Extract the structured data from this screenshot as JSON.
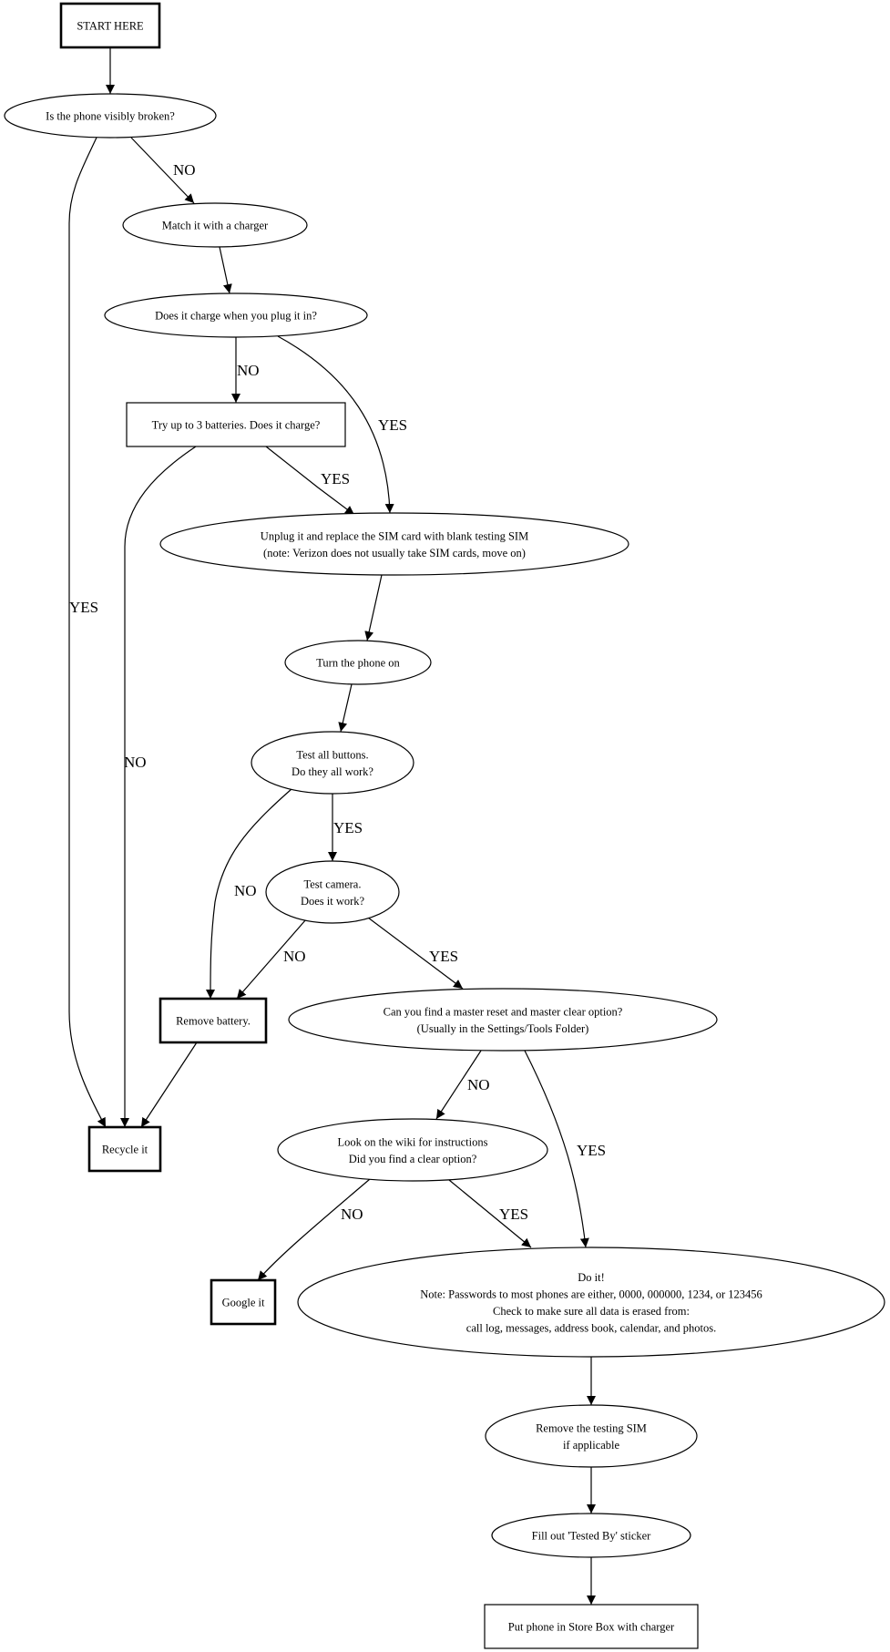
{
  "diagram": {
    "nodes": [
      {
        "id": "start",
        "shape": "box-bold",
        "lines": [
          "START HERE"
        ]
      },
      {
        "id": "broken",
        "shape": "ellipse",
        "lines": [
          "Is the phone visibly broken?"
        ]
      },
      {
        "id": "match",
        "shape": "ellipse",
        "lines": [
          "Match it with a charger"
        ]
      },
      {
        "id": "charge",
        "shape": "ellipse",
        "lines": [
          "Does it charge when you plug it in?"
        ]
      },
      {
        "id": "batteries",
        "shape": "box",
        "lines": [
          "Try up to 3 batteries. Does it charge?"
        ]
      },
      {
        "id": "sim",
        "shape": "ellipse",
        "lines": [
          "Unplug it and replace the SIM card with blank testing SIM",
          "(note: Verizon does not usually take SIM cards, move on)"
        ]
      },
      {
        "id": "turnon",
        "shape": "ellipse",
        "lines": [
          "Turn the phone on"
        ]
      },
      {
        "id": "buttons",
        "shape": "ellipse",
        "lines": [
          "Test all buttons.",
          "Do they all work?"
        ]
      },
      {
        "id": "camera",
        "shape": "ellipse",
        "lines": [
          "Test camera.",
          "Does it work?"
        ]
      },
      {
        "id": "removebattery",
        "shape": "box-bold",
        "lines": [
          "Remove battery."
        ]
      },
      {
        "id": "master",
        "shape": "ellipse",
        "lines": [
          "Can you find a master reset and master clear option?",
          "(Usually in the Settings/Tools Folder)"
        ]
      },
      {
        "id": "recycle",
        "shape": "box-bold",
        "lines": [
          "Recycle it"
        ]
      },
      {
        "id": "wiki",
        "shape": "ellipse",
        "lines": [
          "Look on the wiki for instructions",
          "Did you find a clear option?"
        ]
      },
      {
        "id": "google",
        "shape": "box-bold",
        "lines": [
          "Google it"
        ]
      },
      {
        "id": "doit",
        "shape": "ellipse",
        "lines": [
          "Do it!",
          "Note: Passwords to most phones are either, 0000, 000000, 1234, or 123456",
          "Check to make sure all data is erased from:",
          "call log, messages, address book, calendar, and photos."
        ]
      },
      {
        "id": "removesim",
        "shape": "ellipse",
        "lines": [
          "Remove the testing SIM",
          "if applicable"
        ]
      },
      {
        "id": "sticker",
        "shape": "ellipse",
        "lines": [
          "Fill out 'Tested By' sticker"
        ]
      },
      {
        "id": "storebox",
        "shape": "box",
        "lines": [
          "Put phone in Store Box with charger"
        ]
      }
    ],
    "edges": [
      {
        "from": "start",
        "to": "broken",
        "label": ""
      },
      {
        "from": "broken",
        "to": "match",
        "label": "NO"
      },
      {
        "from": "broken",
        "to": "recycle",
        "label": "YES"
      },
      {
        "from": "match",
        "to": "charge",
        "label": ""
      },
      {
        "from": "charge",
        "to": "batteries",
        "label": "NO"
      },
      {
        "from": "charge",
        "to": "sim",
        "label": "YES"
      },
      {
        "from": "batteries",
        "to": "sim",
        "label": "YES"
      },
      {
        "from": "batteries",
        "to": "recycle",
        "label": "NO"
      },
      {
        "from": "sim",
        "to": "turnon",
        "label": ""
      },
      {
        "from": "turnon",
        "to": "buttons",
        "label": ""
      },
      {
        "from": "buttons",
        "to": "camera",
        "label": "YES"
      },
      {
        "from": "buttons",
        "to": "removebattery",
        "label": "NO"
      },
      {
        "from": "camera",
        "to": "removebattery",
        "label": "NO"
      },
      {
        "from": "camera",
        "to": "master",
        "label": "YES"
      },
      {
        "from": "removebattery",
        "to": "recycle",
        "label": ""
      },
      {
        "from": "master",
        "to": "wiki",
        "label": "NO"
      },
      {
        "from": "master",
        "to": "doit",
        "label": "YES"
      },
      {
        "from": "wiki",
        "to": "google",
        "label": "NO"
      },
      {
        "from": "wiki",
        "to": "doit",
        "label": "YES"
      },
      {
        "from": "doit",
        "to": "removesim",
        "label": ""
      },
      {
        "from": "removesim",
        "to": "sticker",
        "label": ""
      },
      {
        "from": "sticker",
        "to": "storebox",
        "label": ""
      }
    ]
  }
}
